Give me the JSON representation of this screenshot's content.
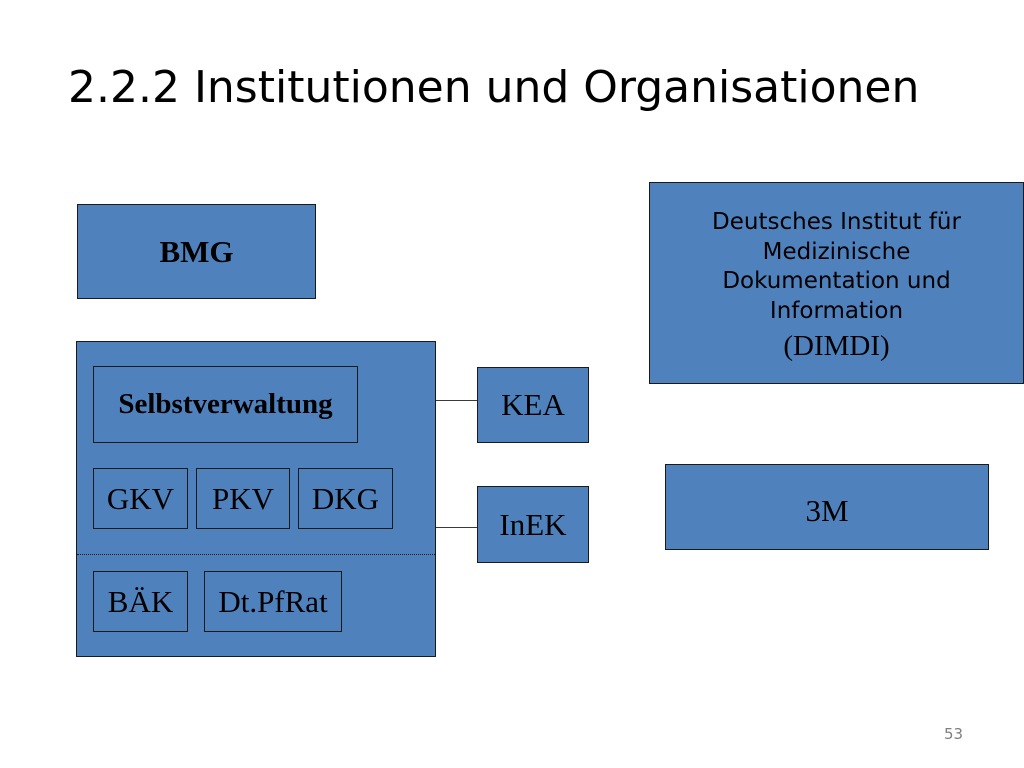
{
  "slide": {
    "title": "2.2.2 Institutionen und Organisationen",
    "page_number": "53"
  },
  "diagram": {
    "bmg": "BMG",
    "selbstverwaltung": "Selbstverwaltung",
    "gkv": "GKV",
    "pkv": "PKV",
    "dkg": "DKG",
    "baek": "BÄK",
    "dtpfrat": "Dt.PfRat",
    "kea": "KEA",
    "inek": "InEK",
    "dimdi_lines": [
      "Deutsches Institut für",
      "Medizinische",
      "Dokumentation und",
      "Information"
    ],
    "dimdi_abbr": "(DIMDI)",
    "threem": "3M"
  },
  "colors": {
    "box_fill": "#4f81bd",
    "border": "#1a1a1a",
    "page_number": "#7f7f7f"
  }
}
